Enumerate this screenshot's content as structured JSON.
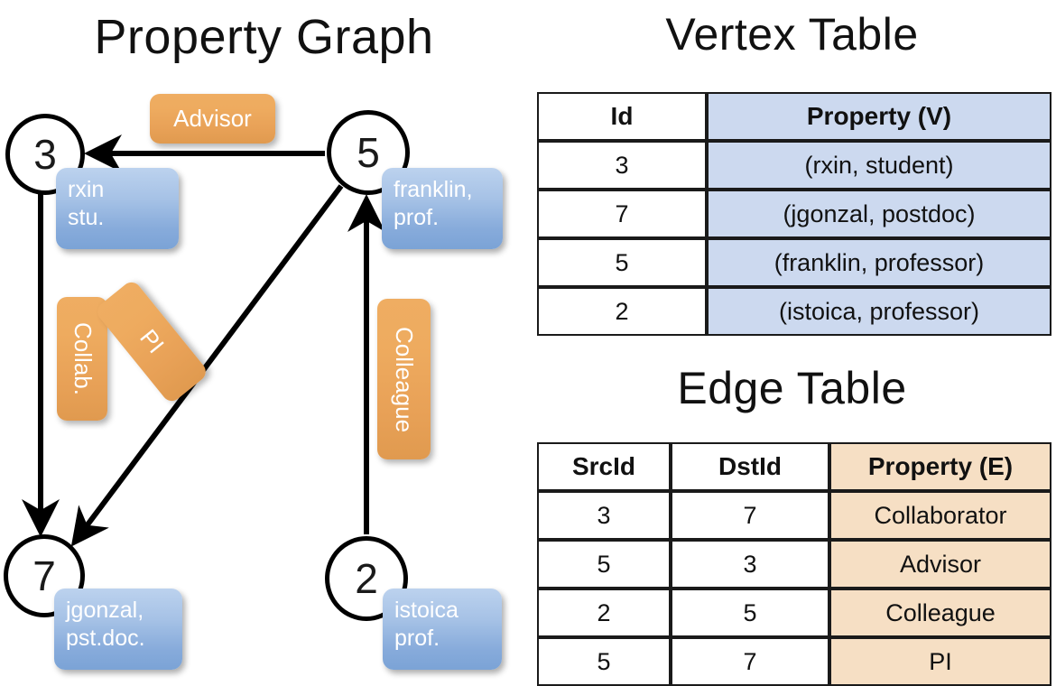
{
  "titles": {
    "property_graph": "Property Graph",
    "vertex_table": "Vertex Table",
    "edge_table": "Edge Table"
  },
  "colors": {
    "vertex_header_fill": "#ccd9ef",
    "edge_header_fill": "#f6dfc4",
    "property_box_blue": "#87abdb",
    "edge_label_orange": "#e8a157",
    "stroke": "#000000",
    "background": "#ffffff"
  },
  "graph": {
    "nodes": [
      {
        "id": "3",
        "property_label": "rxin\nstu."
      },
      {
        "id": "5",
        "property_label": "franklin,\nprof."
      },
      {
        "id": "7",
        "property_label": "jgonzal,\npst.doc."
      },
      {
        "id": "2",
        "property_label": "istoica\nprof."
      }
    ],
    "node_labels": {
      "n3": "3",
      "n5": "5",
      "n7": "7",
      "n2": "2"
    },
    "property_boxes": {
      "rxin_line1": "rxin",
      "rxin_line2": "stu.",
      "franklin_line1": "franklin,",
      "franklin_line2": "prof.",
      "jgonzal_line1": "jgonzal,",
      "jgonzal_line2": "pst.doc.",
      "istoica_line1": "istoica",
      "istoica_line2": "prof."
    },
    "edge_labels": {
      "advisor": "Advisor",
      "collab": "Collab.",
      "pi": "PI",
      "colleague": "Colleague"
    },
    "edges": [
      {
        "from": "5",
        "to": "3",
        "label": "Advisor"
      },
      {
        "from": "3",
        "to": "7",
        "label": "Collab."
      },
      {
        "from": "5",
        "to": "7",
        "label": "PI"
      },
      {
        "from": "2",
        "to": "5",
        "label": "Colleague"
      }
    ]
  },
  "vertex_table": {
    "headers": [
      "Id",
      "Property (V)"
    ],
    "rows": [
      {
        "id": "3",
        "property": "(rxin, student)"
      },
      {
        "id": "7",
        "property": "(jgonzal, postdoc)"
      },
      {
        "id": "5",
        "property": "(franklin, professor)"
      },
      {
        "id": "2",
        "property": "(istoica, professor)"
      }
    ]
  },
  "edge_table": {
    "headers": [
      "SrcId",
      "DstId",
      "Property (E)"
    ],
    "rows": [
      {
        "src": "3",
        "dst": "7",
        "property": "Collaborator"
      },
      {
        "src": "5",
        "dst": "3",
        "property": "Advisor"
      },
      {
        "src": "2",
        "dst": "5",
        "property": "Colleague"
      },
      {
        "src": "5",
        "dst": "7",
        "property": "PI"
      }
    ]
  }
}
